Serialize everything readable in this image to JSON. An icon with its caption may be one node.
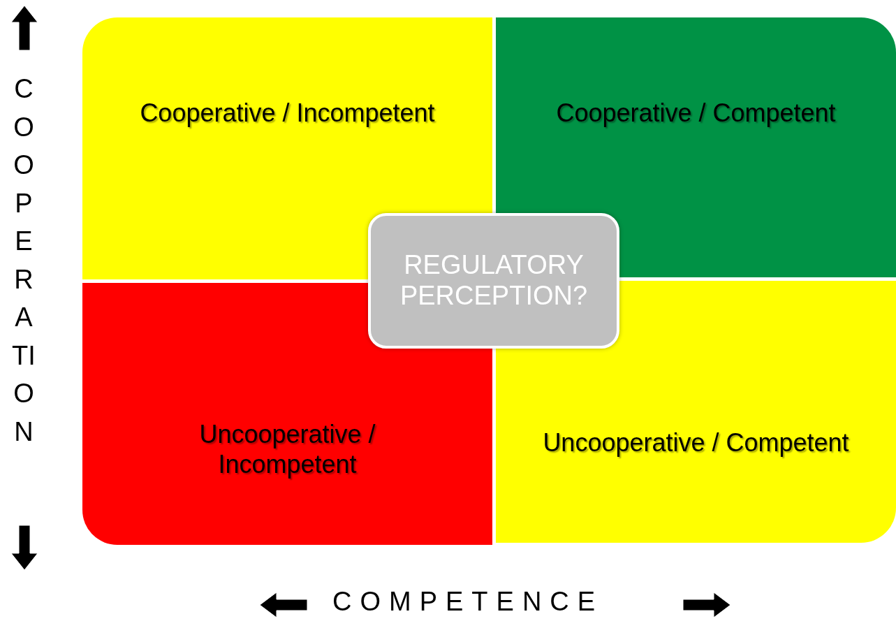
{
  "diagram": {
    "nodes": [
      {
        "text": [
          "Cooperative / Incompetent"
        ]
      },
      {
        "text": [
          "Cooperative / Competent"
        ]
      },
      {
        "text": [
          "REGULATORY PERCEPTION?"
        ]
      },
      {
        "text": [
          "Uncooperative / Incompetent"
        ]
      },
      {
        "text": [
          "Uncooperative / Competent"
        ]
      }
    ],
    "edges": [],
    "labels": [
      "COOPERATION",
      "COMPETENCE"
    ]
  }
}
